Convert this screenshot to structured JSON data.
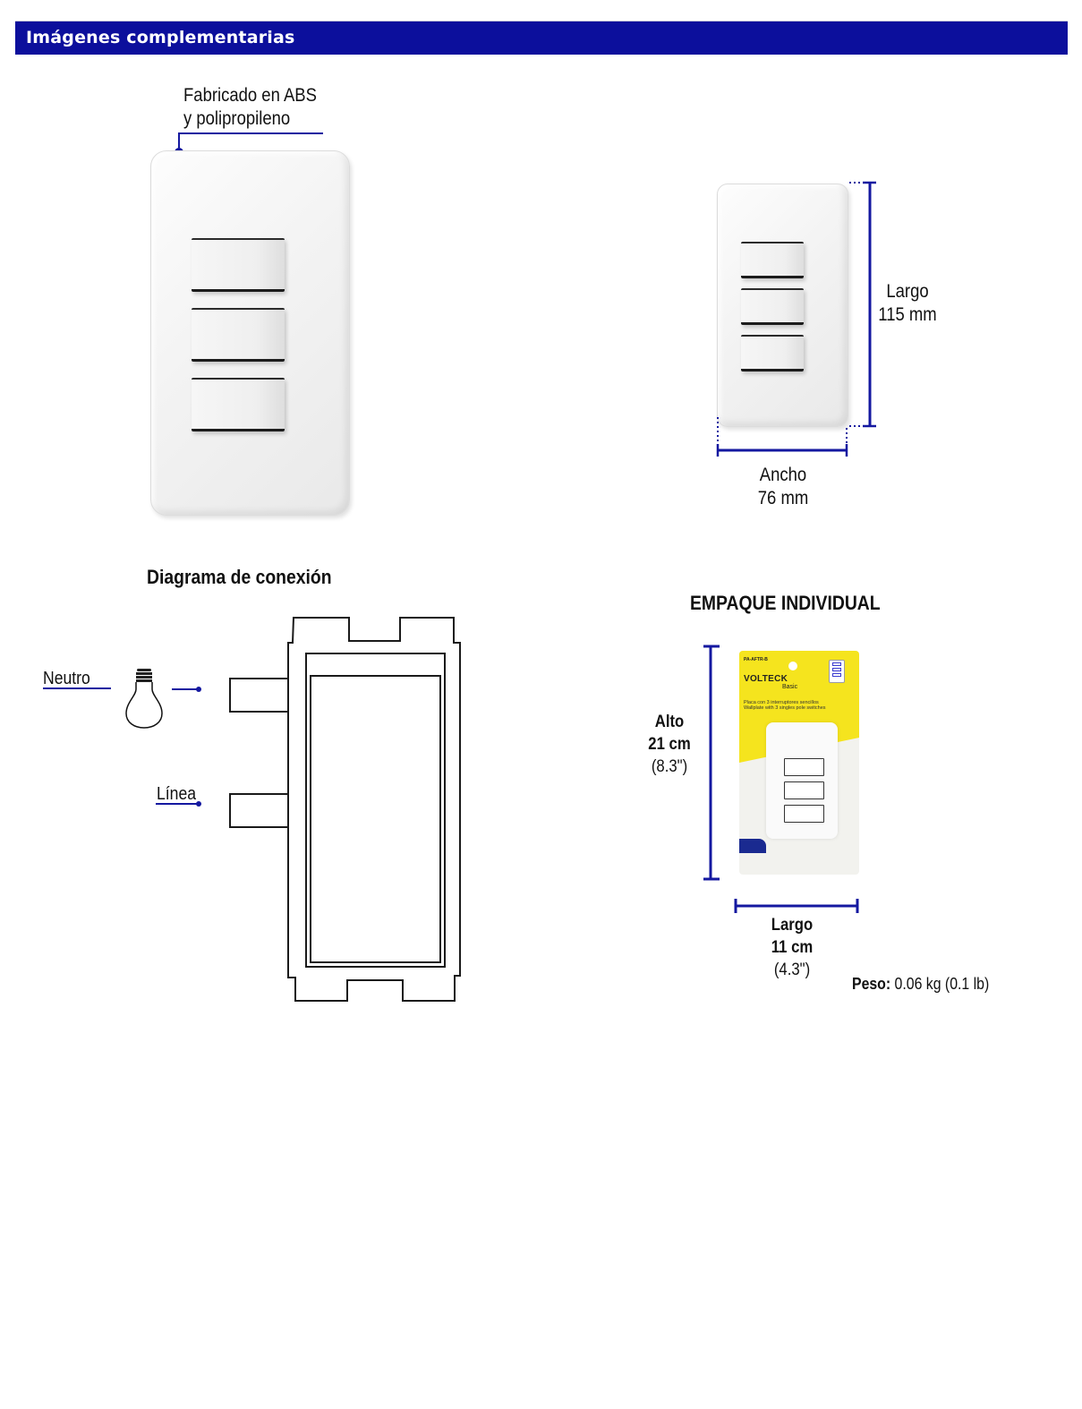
{
  "header": {
    "title": "Imágenes complementarias",
    "background_color": "#0c0f9c",
    "text_color": "#ffffff"
  },
  "material_callout": {
    "line1": "Fabricado en ABS",
    "line2": "y polipropileno"
  },
  "dimensions": {
    "height_label": "Largo",
    "height_value": "115 mm",
    "width_label": "Ancho",
    "width_value": "76 mm",
    "accent_color": "#1418a0"
  },
  "connection_diagram": {
    "title": "Diagrama de conexión",
    "neutral_label": "Neutro",
    "line_label": "Línea",
    "lamp_icon": "light-bulb-icon"
  },
  "packaging": {
    "title": "EMPAQUE INDIVIDUAL",
    "height_label": "Alto",
    "height_cm": "21 cm",
    "height_in": "(8.3\")",
    "length_label": "Largo",
    "length_cm": "11 cm",
    "length_in": "(4.3\")",
    "weight_label": "Peso:",
    "weight_value": "0.06 kg (0.1 lb)",
    "product": {
      "code": "PA-AFTR-B",
      "brand": "VOLTECK",
      "line": "Basic",
      "description_es": "Placa con 3 interruptores sencillos",
      "description_en": "Wallplate with 3 singles pole switches",
      "brand_color": "#f5e41e"
    }
  }
}
